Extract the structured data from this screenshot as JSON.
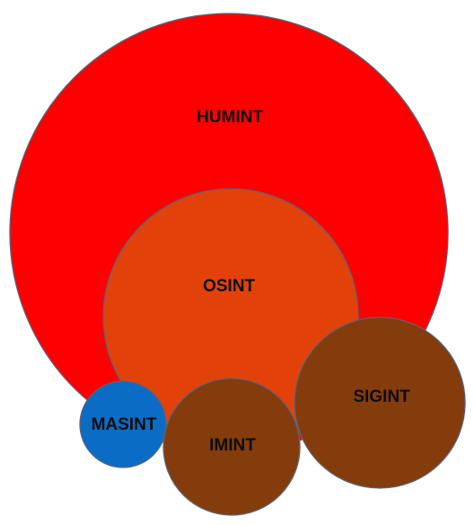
{
  "diagram": {
    "nodes": [
      {
        "id": "humint",
        "label": "HUMINT",
        "color": "#ff0000"
      },
      {
        "id": "osint",
        "label": "OSINT",
        "color": "#e2420a"
      },
      {
        "id": "masint",
        "label": "MASINT",
        "color": "#0a6cc4"
      },
      {
        "id": "imint",
        "label": "IMINT",
        "color": "#843c0c"
      },
      {
        "id": "sigint",
        "label": "SIGINT",
        "color": "#843c0c"
      }
    ]
  }
}
